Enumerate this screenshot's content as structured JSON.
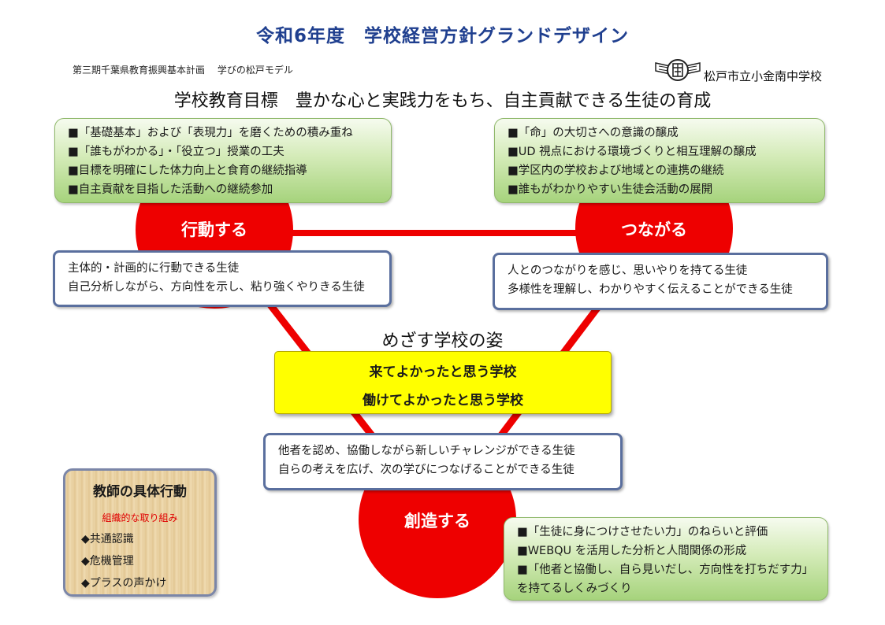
{
  "header": {
    "title": "令和6年度　学校経営方針グランドデザイン",
    "subtitle": "第三期千葉県教育振興基本計画　 学びの松戸モデル",
    "school_name": "松戸市立小金南中学校",
    "goal_label": "学校教育目標",
    "goal_text": "豊かな心と実践力をもち、自主貢献できる生徒の育成"
  },
  "colors": {
    "title_blue": "#1f3f8f",
    "circle_red": "#ee0000",
    "line_red": "#ee0000",
    "vision_yellow": "#ffff00",
    "accent_red_text": "#e00000"
  },
  "circles": {
    "action": "行動する",
    "connect": "つながる",
    "create": "創造する"
  },
  "green_boxes": {
    "action": [
      "■「基礎基本」および「表現力」を磨くための積み重ね",
      "■「誰もがわかる」・「役立つ」授業の工夫",
      "■目標を明確にした体力向上と食育の継続指導",
      "■自主貢献を目指した活動への継続参加"
    ],
    "connect": [
      "■「命」の大切さへの意識の醸成",
      "■UD 視点における環境づくりと相互理解の醸成",
      "■学区内の学校および地域との連携の継続",
      "■誰もがわかりやすい生徒会活動の展開"
    ],
    "create": [
      "■「生徒に身につけさせたい力」のねらいと評価",
      "■WEBQU を活用した分析と人間関係の形成",
      "■「他者と協働し、自ら見いだし、方向性を打ちだす力」",
      "を持てるしくみづくり"
    ]
  },
  "student_boxes": {
    "action": [
      "主体的・計画的に行動できる生徒",
      "自己分析しながら、方向性を示し、粘り強くやりきる生徒"
    ],
    "connect": [
      "人とのつながりを感じ、思いやりを持てる生徒",
      "多様性を理解し、わかりやすく伝えることができる生徒"
    ],
    "create": [
      "他者を認め、協働しながら新しいチャレンジができる生徒",
      "自らの考えを広げ、次の学びにつなげることができる生徒"
    ]
  },
  "vision": {
    "heading": "めざす学校の姿",
    "lines": [
      "来てよかったと思う学校",
      "働けてよかったと思う学校"
    ]
  },
  "teacher": {
    "title": "教師の具体行動",
    "subtitle": "組織的な取り組み",
    "items": [
      "◆共通認識",
      "◆危機管理",
      "◆プラスの声かけ"
    ]
  }
}
